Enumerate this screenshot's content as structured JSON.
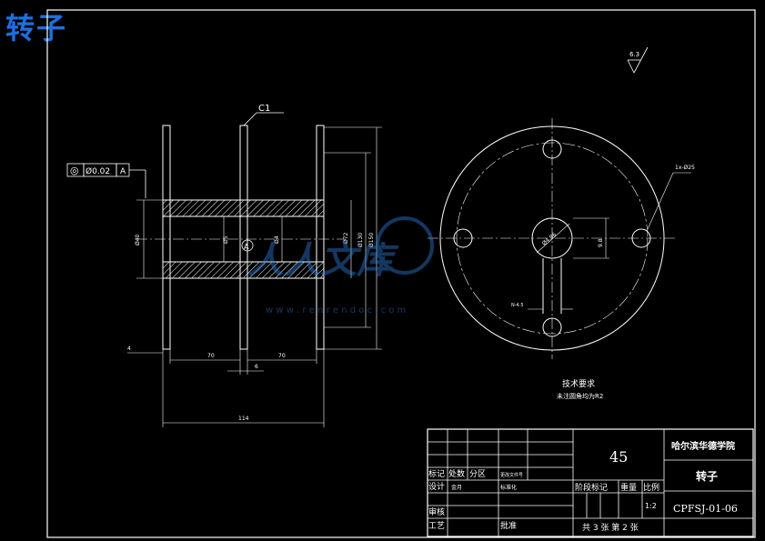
{
  "title": "转子",
  "drawing": {
    "chamfer_label": "C1",
    "tolerance_symbol": "◎",
    "tolerance_value": "Ø0.02",
    "datum": "A",
    "datum_mark": "A",
    "roughness": "6.3",
    "hole_note": "1x-Ø25",
    "dim_left_dia": "Ø40",
    "dim_inner_dia": "Ø5",
    "dim_bore": "Ø4",
    "dim_flange1": "Ø72",
    "dim_flange2": "Ø130",
    "dim_outer": "Ø150",
    "dim_w1": "4",
    "dim_w2": "70",
    "dim_w3": "6",
    "dim_w4": "70",
    "dim_total": "114",
    "dim_keyway_depth": "9.8",
    "dim_keyway_width": "N-4.5",
    "dim_center_hole": "Ø4.96"
  },
  "tech_req": {
    "heading": "技术要求",
    "line1": "未注圆角均为R2"
  },
  "watermark": {
    "text": "人人文库",
    "url": "w w w . r e n r e n d o c . c o m"
  },
  "title_block": {
    "material": "45",
    "school": "哈尔滨华德学院",
    "part_name": "转子",
    "drawing_no": "CPFSJ-01-06",
    "label_marks": "标记",
    "label_count": "处数",
    "label_zone": "分区",
    "label_doc": "更改文件号",
    "label_design": "设计",
    "designer": "金月",
    "label_standard": "标准化",
    "label_stage": "阶段标记",
    "label_weight": "重量",
    "label_scale": "比例",
    "scale": "1:2",
    "label_review": "审核",
    "label_process": "工艺",
    "label_approve": "批准",
    "sheets": "共 3 张  第 2 张"
  }
}
